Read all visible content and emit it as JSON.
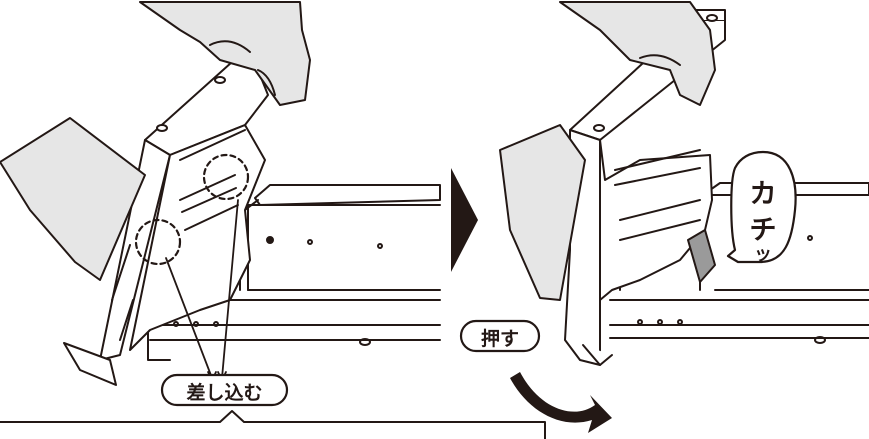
{
  "labels": {
    "insert": "差し込む",
    "push": "押す",
    "click_line1": "カ",
    "click_line2": "チ",
    "click_line3": "ッ"
  },
  "colors": {
    "line": "#231815",
    "hand_fill": "#e6e6e6",
    "arrow_fill": "#231815",
    "background": "#ffffff"
  },
  "icons": {
    "step_arrow": "right-triangle-icon",
    "push_direction": "curved-arrow-icon"
  }
}
